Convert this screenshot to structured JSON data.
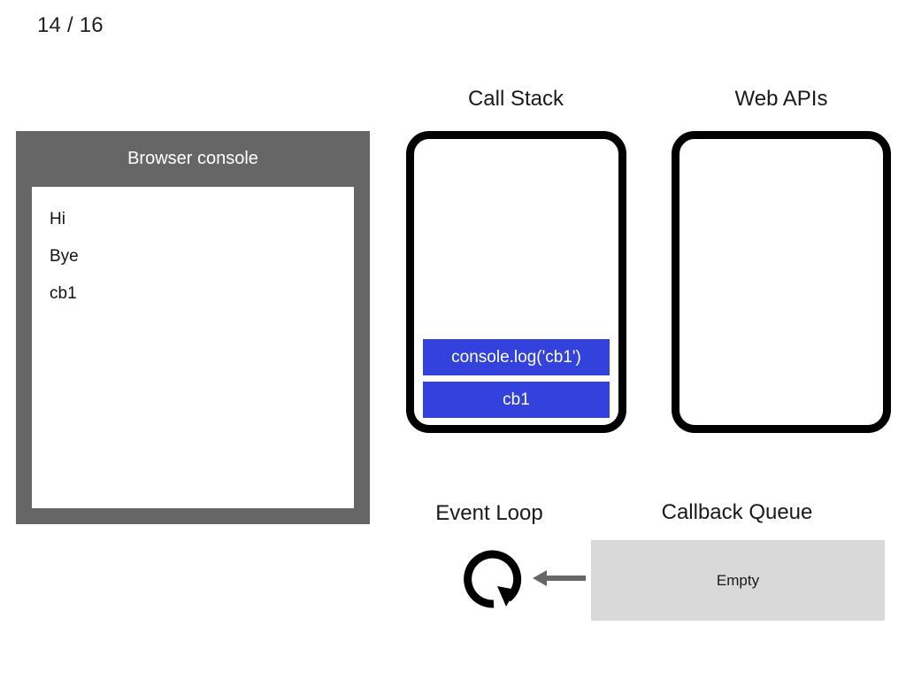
{
  "slide": {
    "counter": "14 / 16"
  },
  "console": {
    "title": "Browser console",
    "lines": [
      "Hi",
      "Bye",
      "cb1"
    ]
  },
  "call_stack": {
    "heading": "Call Stack",
    "frames": [
      {
        "label": "console.log('cb1')"
      },
      {
        "label": "cb1"
      }
    ],
    "frame_color": "#3342dd"
  },
  "web_apis": {
    "heading": "Web APIs",
    "items": []
  },
  "event_loop": {
    "heading": "Event Loop",
    "icon": "circular-arrow-icon",
    "arrow_icon": "arrow-left-icon",
    "arrow_color": "#666666"
  },
  "callback_queue": {
    "heading": "Callback Queue",
    "status": "Empty",
    "box_color": "#d9d9d9"
  },
  "theme": {
    "console_chrome": "#666666",
    "panel_border": "#000000",
    "background": "#ffffff"
  }
}
